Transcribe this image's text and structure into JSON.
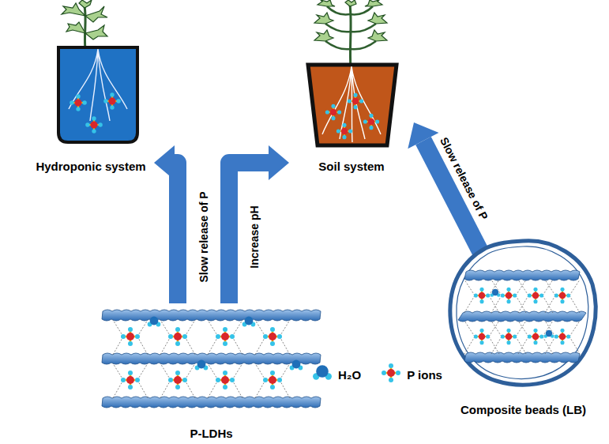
{
  "diagram": {
    "nodes": [
      {
        "text": [
          "Hydroponic system"
        ]
      },
      {
        "text": [
          "Soil system"
        ]
      },
      {
        "text": [
          "Composite beads (LB)"
        ]
      },
      {
        "text": [
          "P-LDHs"
        ]
      }
    ],
    "edges": [
      {
        "from": 3,
        "to": 0,
        "label": "Slow release of P",
        "arrow": "to"
      },
      {
        "from": 3,
        "to": 1,
        "label": "Increase pH",
        "arrow": "to"
      },
      {
        "from": 2,
        "to": 1,
        "label": "Slow release of P",
        "arrow": "to"
      }
    ],
    "legend": [
      {
        "text": "H₂O"
      },
      {
        "text": "P ions"
      }
    ]
  }
}
